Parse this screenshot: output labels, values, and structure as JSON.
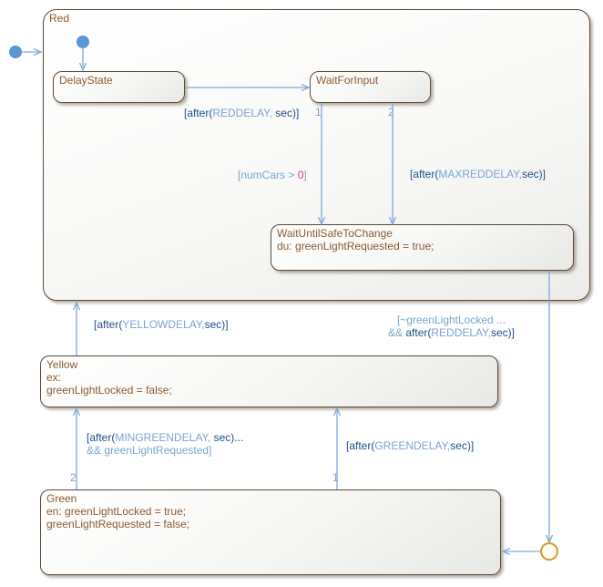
{
  "colors": {
    "keyword_blue": "#1F4E8C",
    "identifier_blue": "#7AA3D4",
    "number_magenta": "#D53FA8",
    "state_text_brown": "#8B5A33",
    "state_border_brown": "#5C4936",
    "transition_line_blue": "#82A8D9",
    "default_dot_blue": "#5B97D3",
    "junction_orange": "#D79B33"
  },
  "states": {
    "red": {
      "title": "Red"
    },
    "delay": {
      "title": "DelayState"
    },
    "wait_for_input": {
      "title": "WaitForInput"
    },
    "wait_safe": {
      "title": "WaitUntilSafeToChange",
      "body1": "du: greenLightRequested = true;"
    },
    "yellow": {
      "title": "Yellow",
      "body1": "ex:",
      "body2": "greenLightLocked = false;"
    },
    "green": {
      "title": "Green",
      "body1": "en: greenLightLocked = true;",
      "body2": "greenLightRequested = false;"
    }
  },
  "transitions": {
    "red_delay": {
      "kw1": "[after(",
      "id1": "REDDELAY,",
      "kw2": " sec)]"
    },
    "wfi_branch1_num": "1",
    "wfi_branch2_num": "2",
    "numcars": {
      "id1": "[numCars > ",
      "num": "0",
      "id2": "]"
    },
    "maxreddelay": {
      "kw1": "[after(",
      "id1": "MAXREDDELAY,",
      "kw2": "sec)]"
    },
    "safe_exit": {
      "id1": "[~greenLightLocked ...",
      "id2": "&& ",
      "kw1": "after(",
      "id3": "REDDELAY,",
      "kw2": "sec)]"
    },
    "yellowdelay": {
      "kw1": "[after(",
      "id1": "YELLOWDELAY,",
      "kw2": "sec)]"
    },
    "mingreen": {
      "kw1": "[after(",
      "id1": "MINGREENDELAY,",
      "kw2": " sec)...",
      "id2": "&& greenLightRequested]"
    },
    "greendelay": {
      "kw1": "[after(",
      "id1": "GREENDELAY,",
      "kw2": "sec)]"
    },
    "green_branch1_num": "1",
    "green_branch2_num": "2"
  }
}
